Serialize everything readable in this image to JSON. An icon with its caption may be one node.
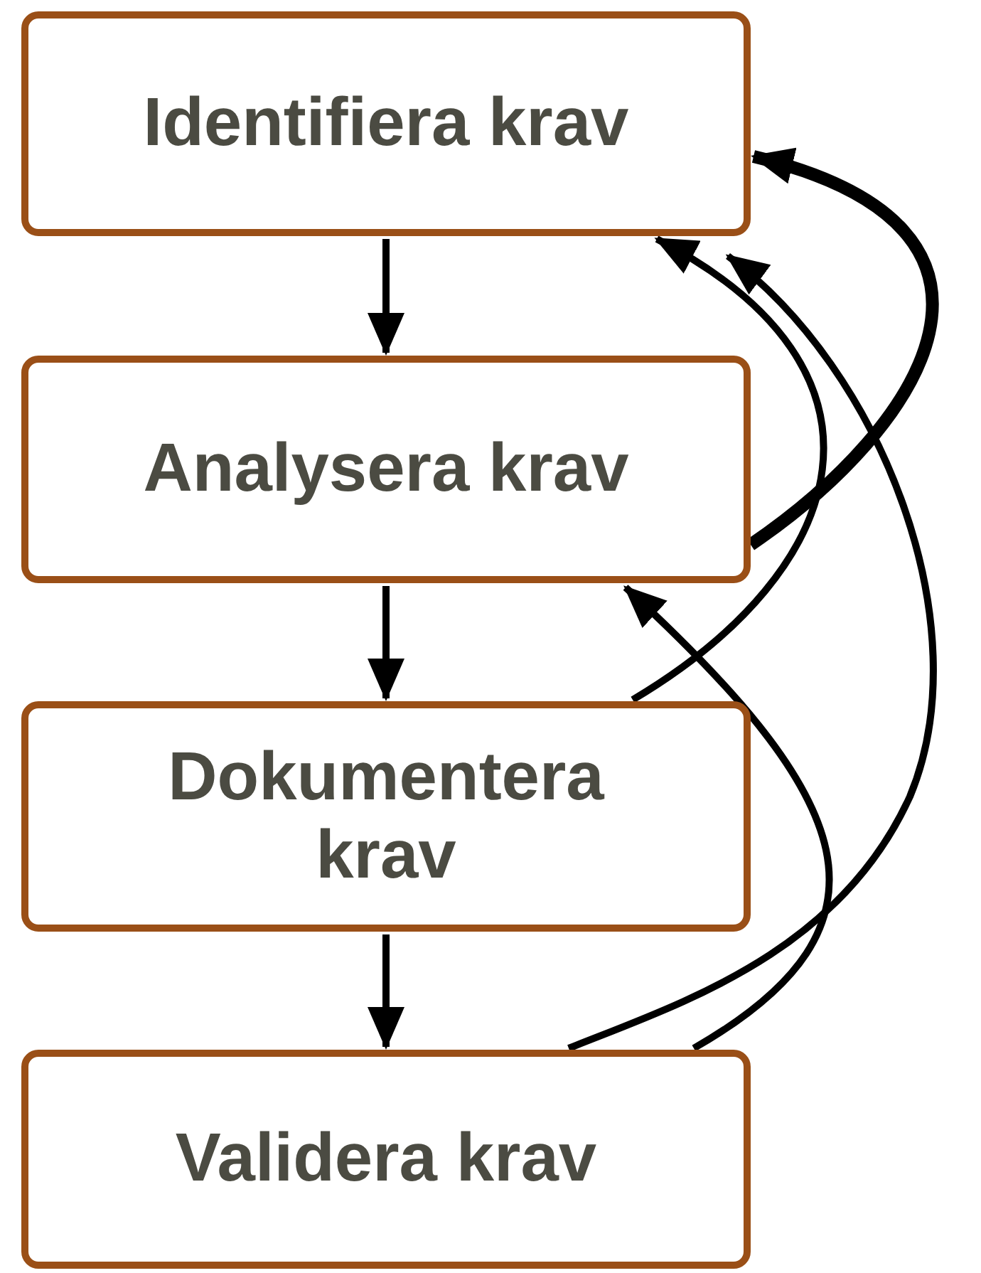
{
  "diagram": {
    "nodes": [
      {
        "text": [
          "Identifiera krav"
        ]
      },
      {
        "text": [
          "Analysera krav"
        ]
      },
      {
        "text": [
          "Dokumentera krav"
        ]
      },
      {
        "text": [
          "Validera krav"
        ]
      }
    ],
    "edges": [
      {
        "from": 0,
        "to": 1,
        "arrow": "to"
      },
      {
        "from": 1,
        "to": 2,
        "arrow": "to"
      },
      {
        "from": 2,
        "to": 3,
        "arrow": "to"
      },
      {
        "from": 1,
        "to": 0,
        "arrow": "to",
        "style": "thick"
      },
      {
        "from": 2,
        "to": 0,
        "arrow": "to"
      },
      {
        "from": 3,
        "to": 0,
        "arrow": "to"
      },
      {
        "from": 3,
        "to": 1,
        "arrow": "to"
      }
    ]
  }
}
